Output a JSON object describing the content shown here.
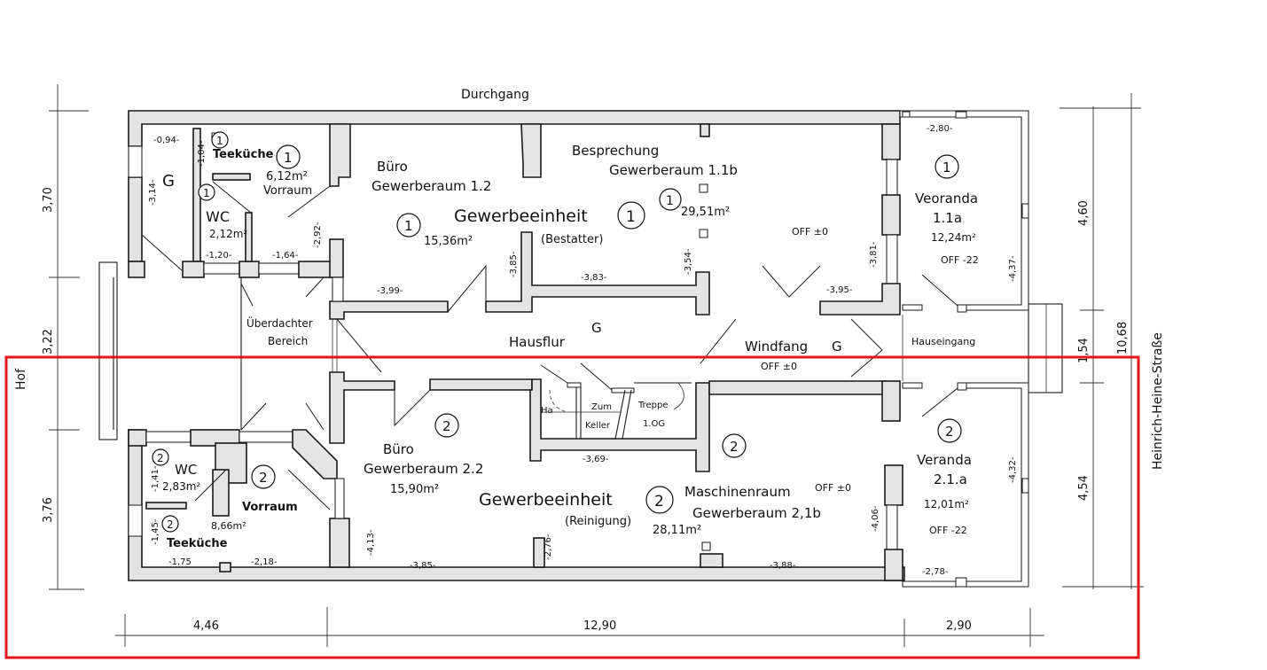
{
  "plan": {
    "top_label": "Durchgang",
    "left_label": "Hof",
    "right_label": "Heinrich-Heine-Straße",
    "highlight_color": "#e3161b",
    "wall_fill": "#e4e4e4"
  },
  "units": [
    {
      "number": "1",
      "name": "Gewerbeeinheit",
      "subtitle": "(Bestatter)"
    },
    {
      "number": "2",
      "name": "Gewerbeeinheit",
      "subtitle": "(Reinigung)"
    }
  ],
  "rooms": {
    "u1_g": {
      "label": "G",
      "dim_w": "-0,94-",
      "dim_h": "-3,14-"
    },
    "u1_teekueche": {
      "label": "Teeküche",
      "unit": "1",
      "dim_h": "-1,04-"
    },
    "u1_vorraum": {
      "label": "Vorraum",
      "unit": "1",
      "area": "6,12m²",
      "dim_h": "-2,92-",
      "dim_w": "-1,64-"
    },
    "u1_wc": {
      "label": "WC",
      "unit": "1",
      "area": "2,12m²",
      "dim_w": "-1,20-"
    },
    "u1_buero": {
      "label1": "Büro",
      "label2": "Gewerberaum 1.2",
      "unit": "1",
      "area": "15,36m²",
      "dim_w": "-3,99-",
      "dim_h": "-3,85-"
    },
    "u1_besprechung": {
      "label1": "Besprechung",
      "label2": "Gewerberaum  1.1b",
      "unit": "1",
      "area": "29,51m²",
      "level": "OFF ±0",
      "dim_w1": "-3,83-",
      "dim_w2": "-3,95-",
      "dim_h1": "-3,54-",
      "dim_h2": "-3,81-"
    },
    "u1_veranda": {
      "label1": "Veoranda",
      "label2": "1.1a",
      "unit": "1",
      "area": "12,24m²",
      "level": "OFF -22",
      "dim_w": "-2,80-",
      "dim_h": "-4,37-"
    },
    "ueberdacht": {
      "label1": "Überdachter",
      "label2": "Bereich"
    },
    "hausflur": {
      "label": "Hausflur",
      "g": "G"
    },
    "windfang": {
      "label": "Windfang",
      "g": "G",
      "level": "OFF ±0"
    },
    "hauseingang": {
      "label": "Hauseingang"
    },
    "treppe": {
      "ha": "Ha",
      "zum": "Zum",
      "keller": "Keller",
      "treppe": "Treppe",
      "og": "1.OG"
    },
    "u2_wc": {
      "label": "WC",
      "unit": "2",
      "area": "2,83m²",
      "dim_h": "-1,41-"
    },
    "u2_teekueche": {
      "label": "Teeküche",
      "unit": "2",
      "dim_h": "-1,45-",
      "dim_w": "-1,75"
    },
    "u2_vorraum": {
      "label": "Vorraum",
      "unit": "2",
      "area": "8,66m²",
      "dim_w": "-2,18-"
    },
    "u2_buero": {
      "label1": "Büro",
      "label2": "Gewerberaum 2.2",
      "unit": "2",
      "area": "15,90m²",
      "dim_w": "-3,85-",
      "dim_h1": "-4,13-",
      "dim_h2": "-2,76-"
    },
    "u2_maschinen": {
      "label1": "Maschinenraum",
      "label2": "Gewerberaum   2,1b",
      "unit": "2",
      "area": "28,11m²",
      "level": "OFF ±0",
      "dim_w1": "-3,69-",
      "dim_w2": "-3,88-",
      "dim_h": "-4,06-"
    },
    "u2_veranda": {
      "label1": "Veranda",
      "label2": "2.1.a",
      "unit": "2",
      "area": "12,01m²",
      "level": "OFF -22",
      "dim_w": "-2,78-",
      "dim_h": "-4,32-"
    }
  },
  "dimensions": {
    "left": [
      "3,70",
      "3,22",
      "3,76"
    ],
    "right": [
      "4,60",
      "1,54",
      "4,54"
    ],
    "right_total": "10,68",
    "bottom": [
      "4,46",
      "12,90",
      "2,90"
    ]
  }
}
